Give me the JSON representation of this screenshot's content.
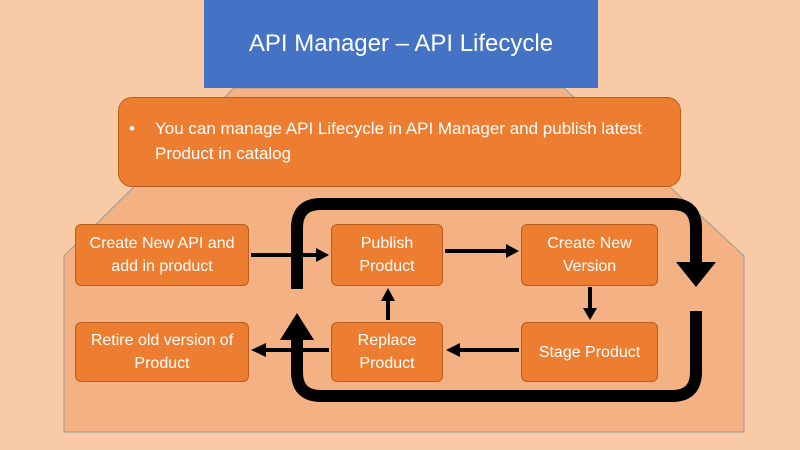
{
  "title": "API Manager – API Lifecycle",
  "note": {
    "bullet": "•",
    "text": "You can manage API Lifecycle in API Manager and publish latest Product in catalog"
  },
  "nodes": {
    "create_api": "Create New API and add in product",
    "publish": "Publish Product",
    "create_version": "Create New Version",
    "stage": "Stage Product",
    "replace": "Replace Product",
    "retire": "Retire old version of Product"
  },
  "colors": {
    "background": "#f8caa6",
    "title": "#4472c4",
    "node": "#ed7d31",
    "panel": "#f4b183",
    "arrow": "#000000"
  }
}
